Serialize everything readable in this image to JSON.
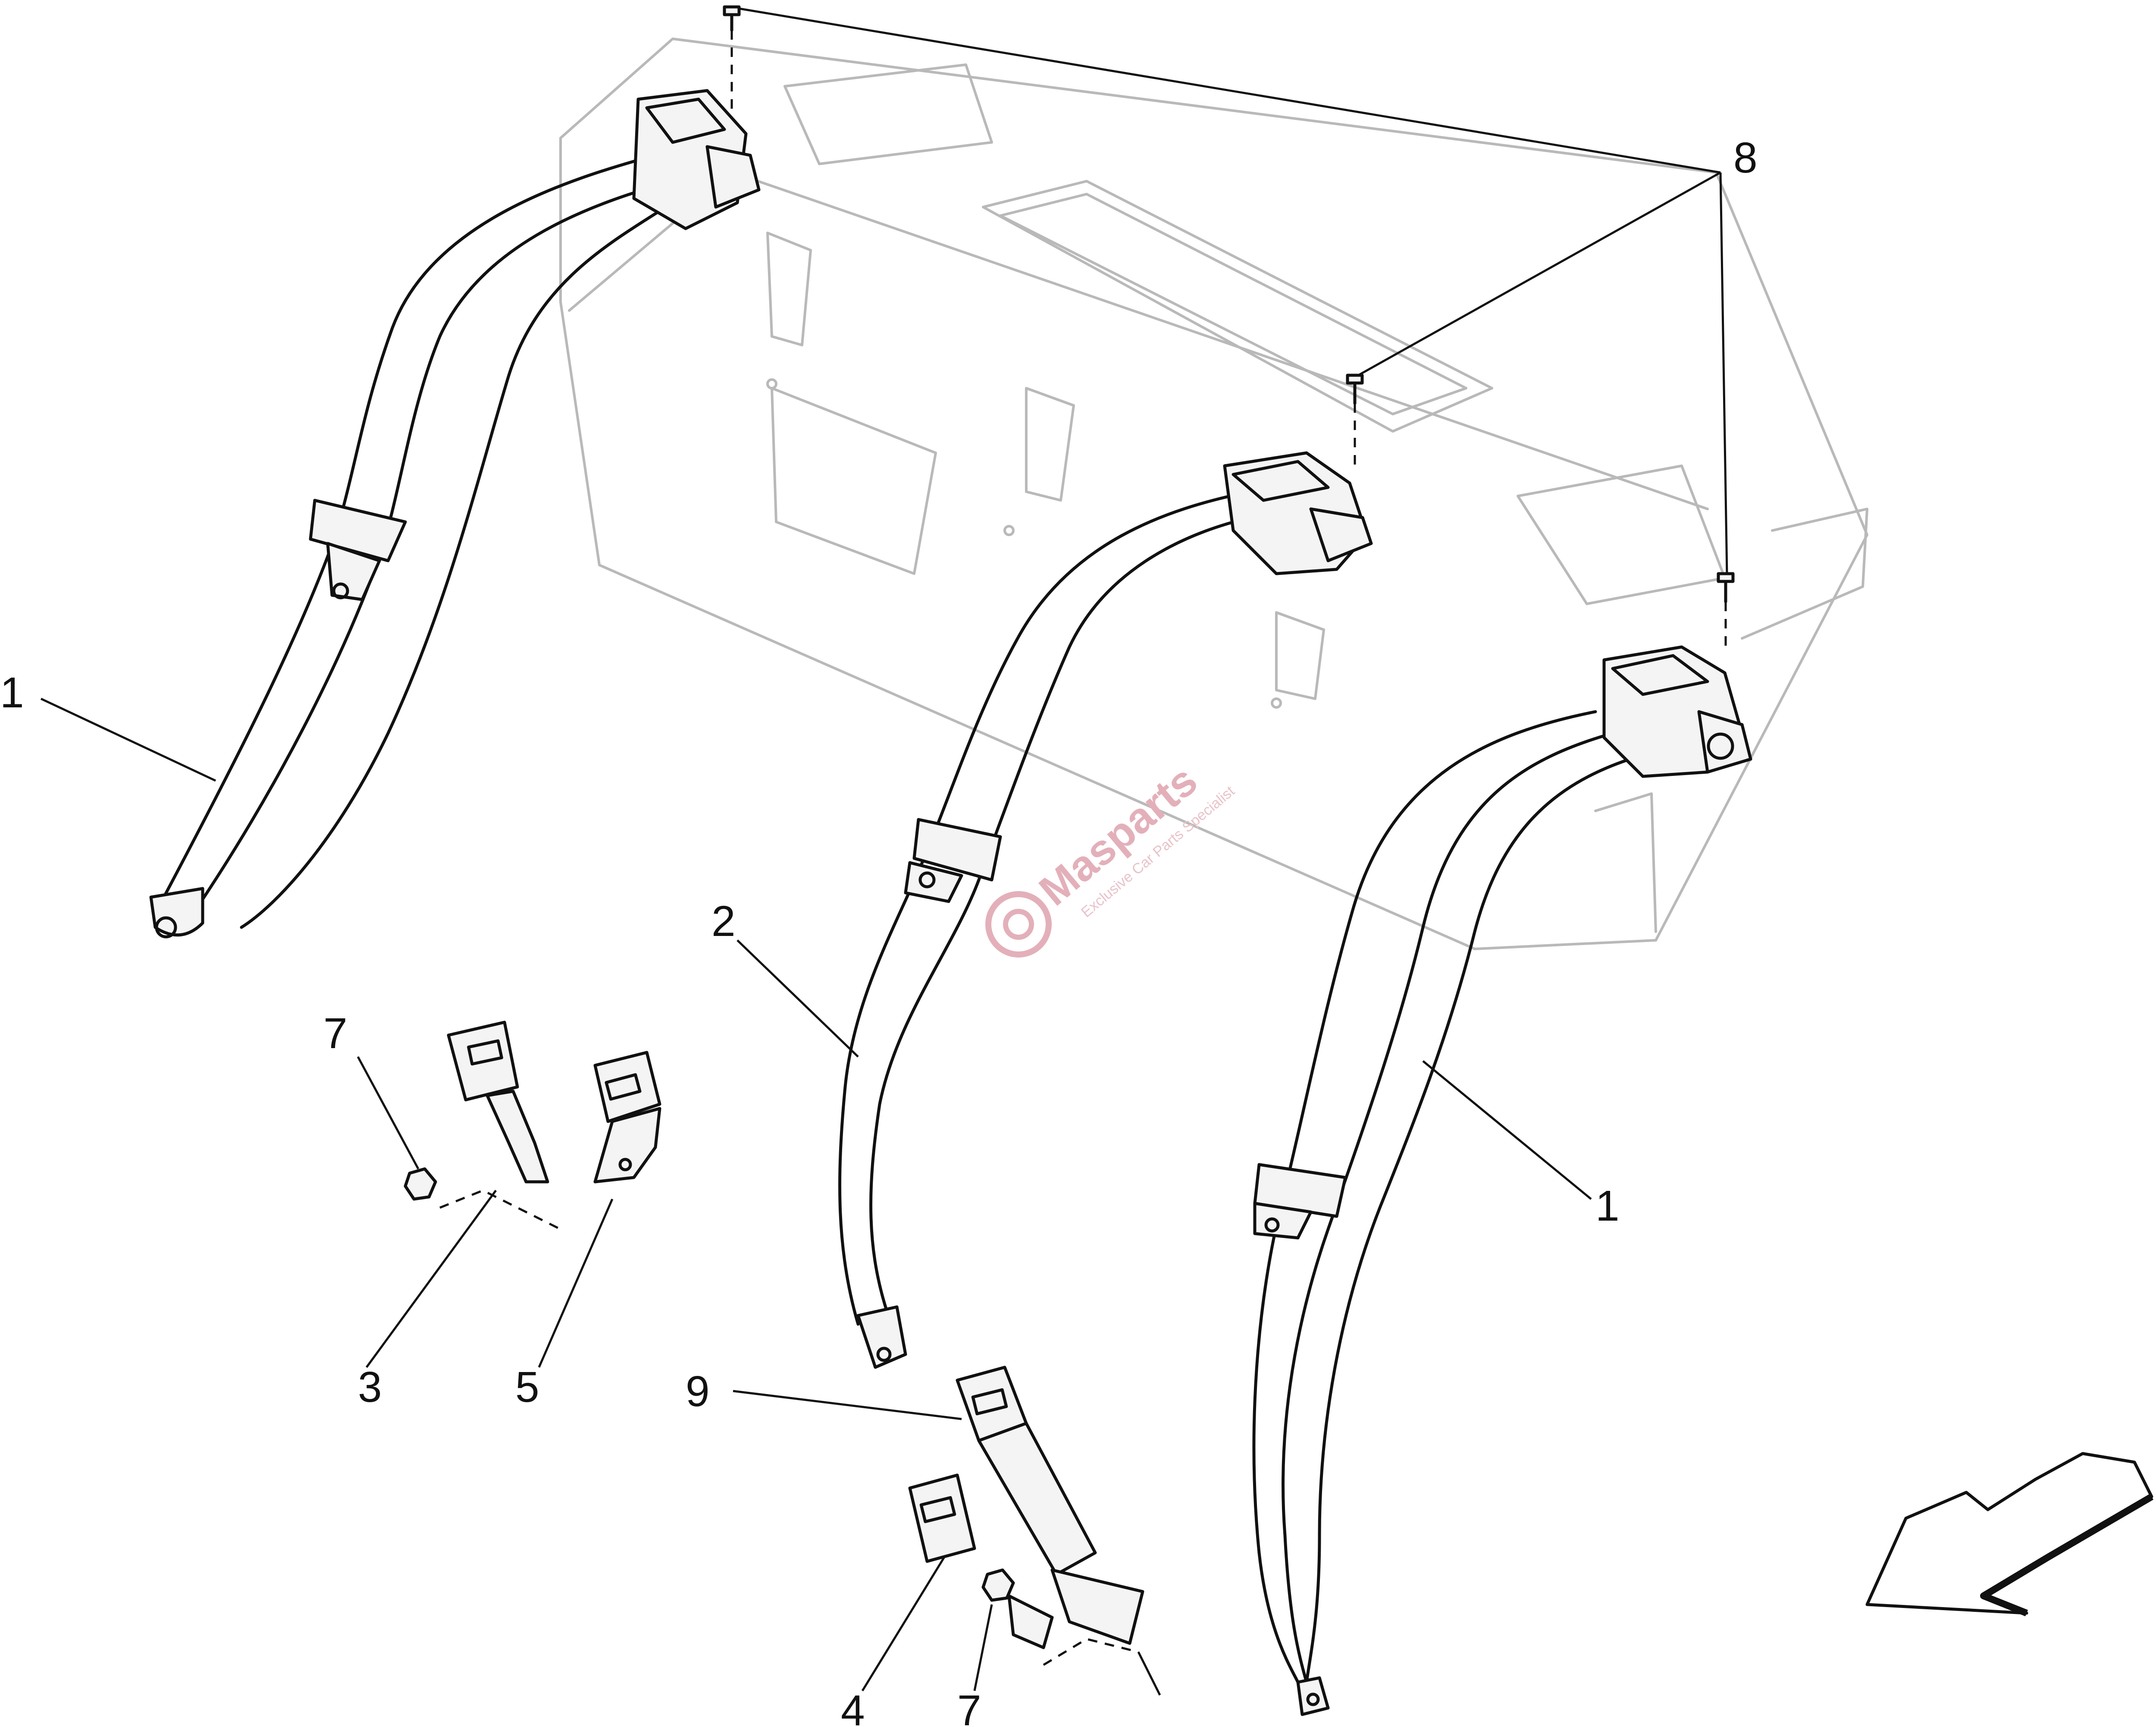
{
  "callouts": {
    "c1a": "1",
    "c1b": "1",
    "c2": "2",
    "c3": "3",
    "c4": "4",
    "c5": "5",
    "c7a": "7",
    "c7b": "7",
    "c8": "8",
    "c9": "9"
  },
  "watermark": {
    "brand": "Masparts",
    "tagline": "Exclusive Car Parts Specialist"
  },
  "colors": {
    "line": "#111111",
    "ghost": "#b9b9b9",
    "watermark": "#e3b0ba"
  },
  "icons": {
    "direction": "arrow-down-left-icon"
  }
}
